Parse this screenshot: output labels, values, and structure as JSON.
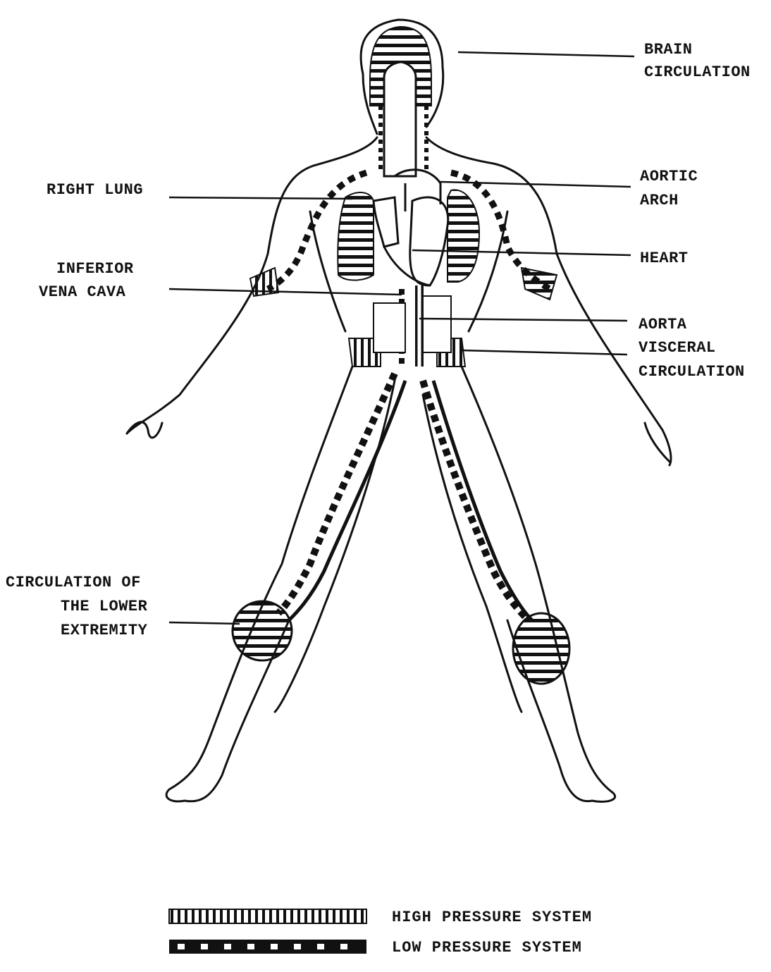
{
  "labels": {
    "brain": [
      "BRAIN",
      "CIRCULATION"
    ],
    "right_lung": [
      "RIGHT LUNG"
    ],
    "aortic_arch": [
      "AORTIC",
      "ARCH"
    ],
    "heart": [
      "HEART"
    ],
    "ivc": [
      "INFERIOR",
      "VENA CAVA"
    ],
    "aorta": [
      "AORTA"
    ],
    "visceral": [
      "VISCERAL",
      "CIRCULATION"
    ],
    "lower": [
      "CIRCULATION OF",
      "THE LOWER",
      "EXTREMITY"
    ]
  },
  "legend": {
    "high": "HIGH PRESSURE SYSTEM",
    "low": "LOW PRESSURE SYSTEM"
  },
  "colors": {
    "ink": "#111111",
    "paper": "#ffffff"
  }
}
